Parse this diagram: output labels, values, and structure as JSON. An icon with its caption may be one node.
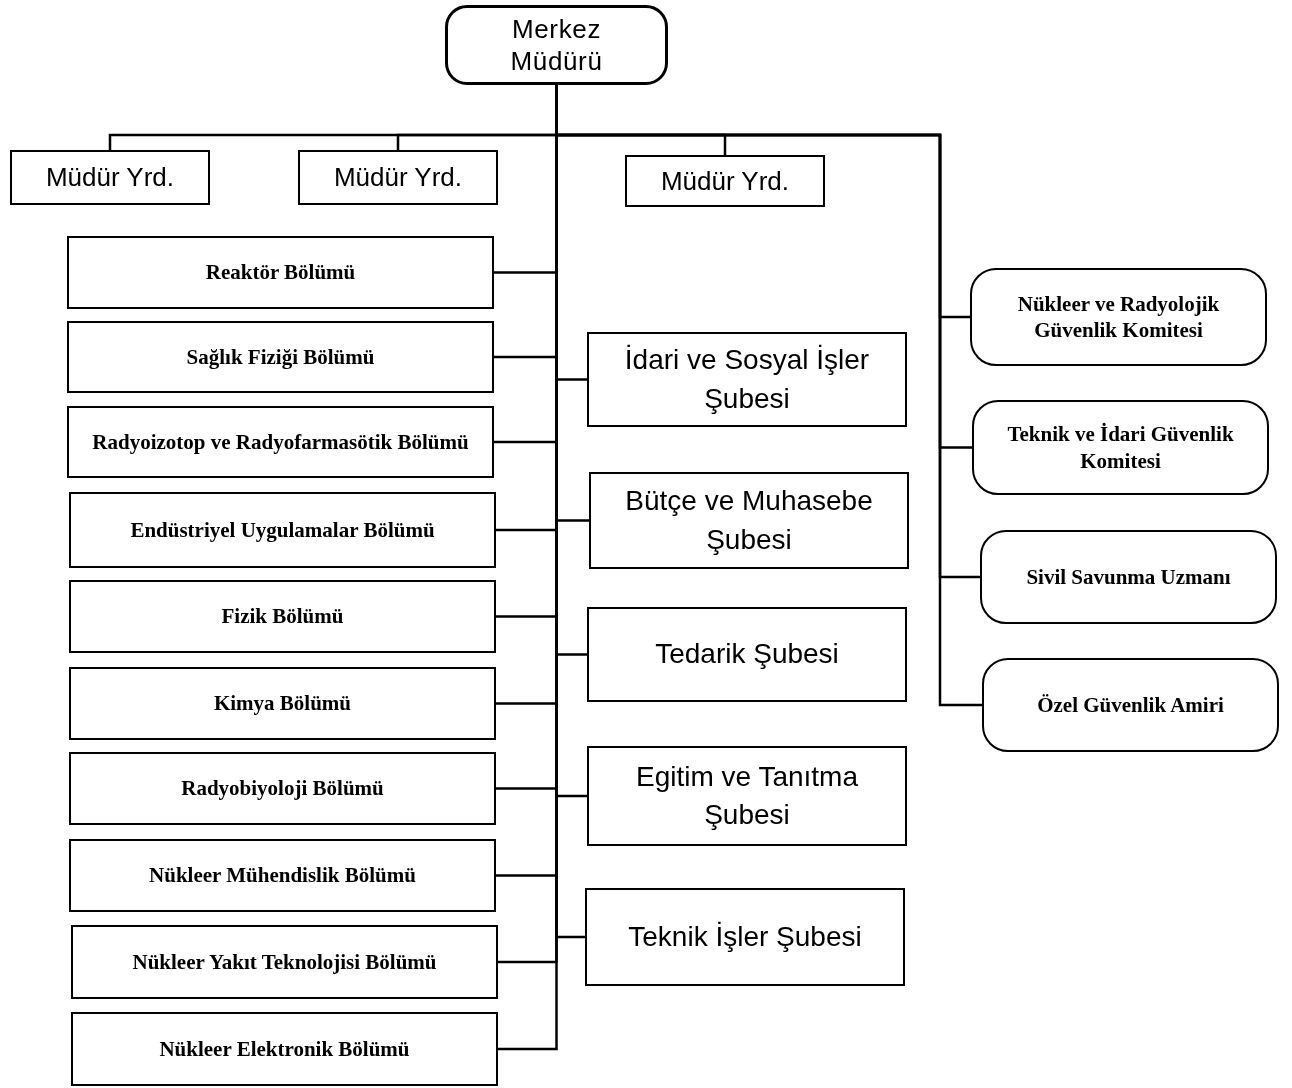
{
  "diagram": {
    "nodes": [
      {
        "text": [
          "Merkez Müdürü"
        ]
      },
      {
        "text": [
          "Müdür Yrd."
        ]
      },
      {
        "text": [
          "Müdür Yrd."
        ]
      },
      {
        "text": [
          "Müdür Yrd."
        ]
      },
      {
        "text": [
          "Reaktör Bölümü"
        ]
      },
      {
        "text": [
          "Sağlık Fiziği Bölümü"
        ]
      },
      {
        "text": [
          "Radyoizotop ve Radyofarmasötik Bölümü"
        ]
      },
      {
        "text": [
          "Endüstriyel Uygulamalar Bölümü"
        ]
      },
      {
        "text": [
          "Fizik Bölümü"
        ]
      },
      {
        "text": [
          "Kimya Bölümü"
        ]
      },
      {
        "text": [
          "Radyobiyoloji Bölümü"
        ]
      },
      {
        "text": [
          "Nükleer Mühendislik Bölümü"
        ]
      },
      {
        "text": [
          "Nükleer Yakıt Teknolojisi Bölümü"
        ]
      },
      {
        "text": [
          "Nükleer Elektronik Bölümü"
        ]
      },
      {
        "text": [
          "İdari ve Sosyal İşler Şubesi"
        ]
      },
      {
        "text": [
          "Bütçe ve Muhasebe Şubesi"
        ]
      },
      {
        "text": [
          "Tedarik Şubesi"
        ]
      },
      {
        "text": [
          "Egitim ve Tanıtma Şubesi"
        ]
      },
      {
        "text": [
          "Teknik İşler Şubesi"
        ]
      },
      {
        "text": [
          "Nükleer ve Radyolojik Güvenlik Komitesi"
        ]
      },
      {
        "text": [
          "Teknik ve İdari Güvenlik Komitesi"
        ]
      },
      {
        "text": [
          "Sivil Savunma Uzmanı"
        ]
      },
      {
        "text": [
          "Özel Güvenlik Amiri"
        ]
      }
    ],
    "edges": [
      {
        "from": 0,
        "to": 1,
        "arrow": "none"
      },
      {
        "from": 0,
        "to": 2,
        "arrow": "none"
      },
      {
        "from": 0,
        "to": 3,
        "arrow": "none"
      },
      {
        "from": 0,
        "to": 4,
        "arrow": "none"
      },
      {
        "from": 0,
        "to": 5,
        "arrow": "none"
      },
      {
        "from": 0,
        "to": 6,
        "arrow": "none"
      },
      {
        "from": 0,
        "to": 7,
        "arrow": "none"
      },
      {
        "from": 0,
        "to": 8,
        "arrow": "none"
      },
      {
        "from": 0,
        "to": 9,
        "arrow": "none"
      },
      {
        "from": 0,
        "to": 10,
        "arrow": "none"
      },
      {
        "from": 0,
        "to": 11,
        "arrow": "none"
      },
      {
        "from": 0,
        "to": 12,
        "arrow": "none"
      },
      {
        "from": 0,
        "to": 13,
        "arrow": "none"
      },
      {
        "from": 0,
        "to": 14,
        "arrow": "none"
      },
      {
        "from": 0,
        "to": 15,
        "arrow": "none"
      },
      {
        "from": 0,
        "to": 16,
        "arrow": "none"
      },
      {
        "from": 0,
        "to": 17,
        "arrow": "none"
      },
      {
        "from": 0,
        "to": 18,
        "arrow": "none"
      },
      {
        "from": 0,
        "to": 19,
        "arrow": "none"
      },
      {
        "from": 0,
        "to": 20,
        "arrow": "none"
      },
      {
        "from": 0,
        "to": 21,
        "arrow": "none"
      },
      {
        "from": 0,
        "to": 22,
        "arrow": "none"
      }
    ]
  }
}
